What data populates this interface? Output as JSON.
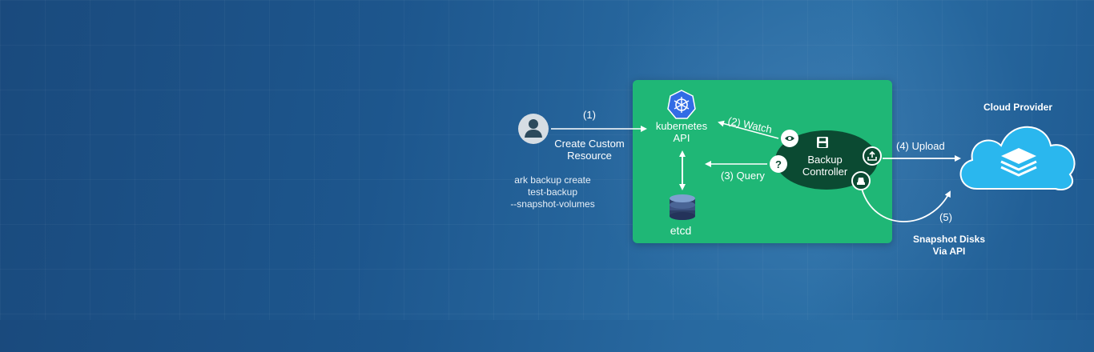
{
  "diagram": {
    "step1": "(1)",
    "create_custom_resource": [
      "Create Custom",
      "Resource"
    ],
    "command": [
      "ark backup create",
      "test-backup",
      "--snapshot-volumes"
    ],
    "k8s": [
      "kubernetes",
      "API"
    ],
    "etcd": "etcd",
    "watch": "(2) Watch",
    "query": "(3) Query",
    "query_badge": "?",
    "controller": [
      "Backup",
      "Controller"
    ],
    "upload": "(4)  Upload",
    "step5": "(5)",
    "snapshot": [
      "Snapshot Disks",
      "Via API"
    ],
    "cloud_provider": "Cloud Provider"
  },
  "colors": {
    "green": "#1fb776",
    "dark_green": "#0b4a32",
    "cloud": "#2ab7ee",
    "k8s_blue": "#326ce5"
  },
  "icons": [
    "user-icon",
    "kubernetes-icon",
    "database-icon",
    "eye-icon",
    "floppy-disk-icon",
    "upload-icon",
    "disk-icon",
    "cloud-icon",
    "layers-icon"
  ]
}
